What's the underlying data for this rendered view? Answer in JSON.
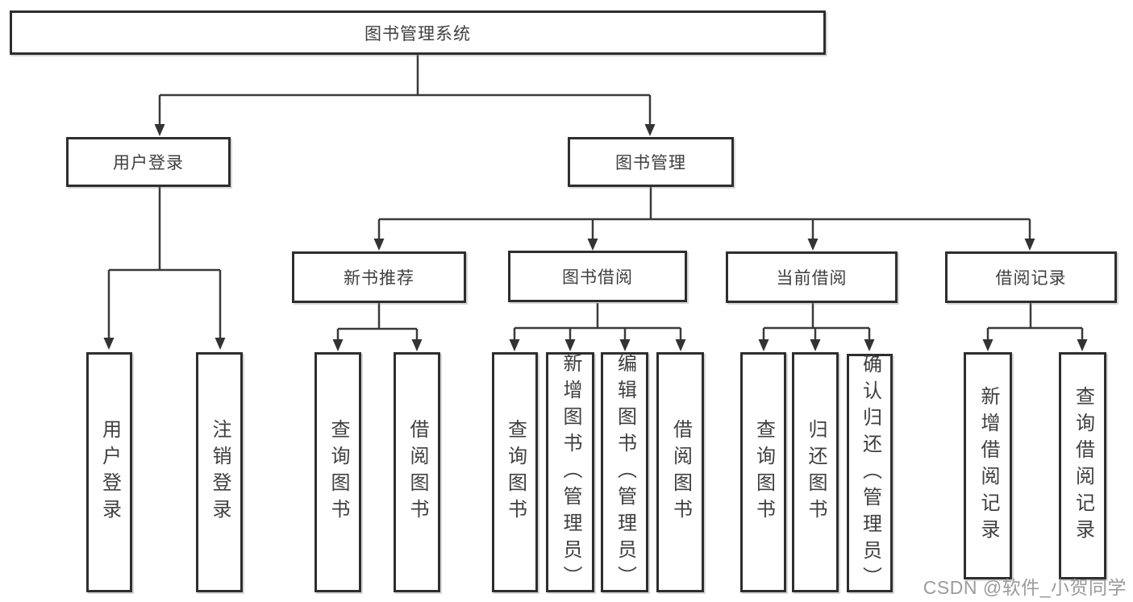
{
  "tree": {
    "label": "图书管理系统",
    "children": [
      {
        "label": "用户登录",
        "children": [
          {
            "label": "用户登录"
          },
          {
            "label": "注销登录"
          }
        ]
      },
      {
        "label": "图书管理",
        "children": [
          {
            "label": "新书推荐",
            "children": [
              {
                "label": "查询图书"
              },
              {
                "label": "借阅图书"
              }
            ]
          },
          {
            "label": "图书借阅",
            "children": [
              {
                "label": "查询图书"
              },
              {
                "label": "新增图书（管理员）"
              },
              {
                "label": "编辑图书（管理员）"
              },
              {
                "label": "借阅图书"
              }
            ]
          },
          {
            "label": "当前借阅",
            "children": [
              {
                "label": "查询图书"
              },
              {
                "label": "归还图书"
              },
              {
                "label": "确认归还（管理员）"
              }
            ]
          },
          {
            "label": "借阅记录",
            "children": [
              {
                "label": "新增借阅记录"
              },
              {
                "label": "查询借阅记录"
              }
            ]
          }
        ]
      }
    ]
  },
  "watermark": {
    "text": "CSDN @软件_小贺同学"
  },
  "colors": {
    "background": "#ffffff",
    "box_border": "#2e2e2e",
    "line": "#3a3a3a",
    "text": "#3f3f3f",
    "watermark": "#9b9b9b"
  }
}
